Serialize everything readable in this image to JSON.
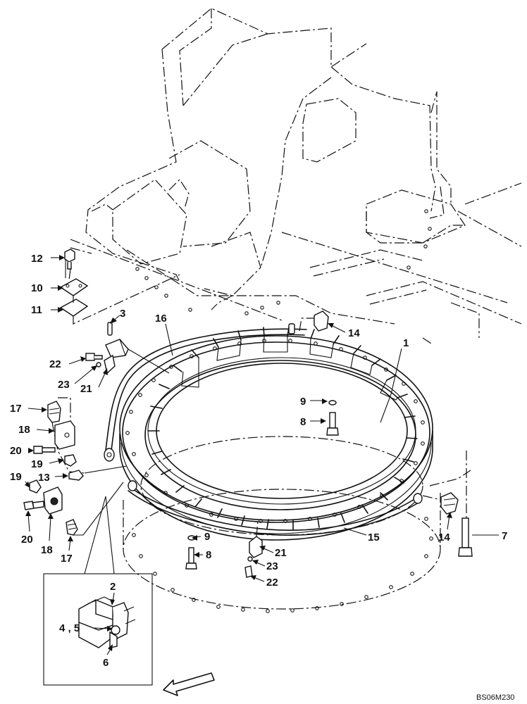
{
  "drawing_code": "BS06M230",
  "callouts": [
    {
      "id": "c12",
      "text": "12"
    },
    {
      "id": "c10",
      "text": "10"
    },
    {
      "id": "c11",
      "text": "11"
    },
    {
      "id": "c3",
      "text": "3"
    },
    {
      "id": "c16",
      "text": "16"
    },
    {
      "id": "c14a",
      "text": "14"
    },
    {
      "id": "c1",
      "text": "1"
    },
    {
      "id": "c22a",
      "text": "22"
    },
    {
      "id": "c23a",
      "text": "23"
    },
    {
      "id": "c21a",
      "text": "21"
    },
    {
      "id": "c9a",
      "text": "9"
    },
    {
      "id": "c8a",
      "text": "8"
    },
    {
      "id": "c17a",
      "text": "17"
    },
    {
      "id": "c18a",
      "text": "18"
    },
    {
      "id": "c20a",
      "text": "20"
    },
    {
      "id": "c19a",
      "text": "19"
    },
    {
      "id": "c13",
      "text": "13"
    },
    {
      "id": "c19b",
      "text": "19"
    },
    {
      "id": "c20b",
      "text": "20"
    },
    {
      "id": "c18b",
      "text": "18"
    },
    {
      "id": "c17b",
      "text": "17"
    },
    {
      "id": "c9b",
      "text": "9"
    },
    {
      "id": "c8b",
      "text": "8"
    },
    {
      "id": "c21b",
      "text": "21"
    },
    {
      "id": "c23b",
      "text": "23"
    },
    {
      "id": "c22b",
      "text": "22"
    },
    {
      "id": "c15",
      "text": "15"
    },
    {
      "id": "c14b",
      "text": "14"
    },
    {
      "id": "c7",
      "text": "7"
    },
    {
      "id": "c2",
      "text": "2"
    },
    {
      "id": "c45",
      "text": "4 , 5"
    },
    {
      "id": "c6",
      "text": "6"
    }
  ]
}
